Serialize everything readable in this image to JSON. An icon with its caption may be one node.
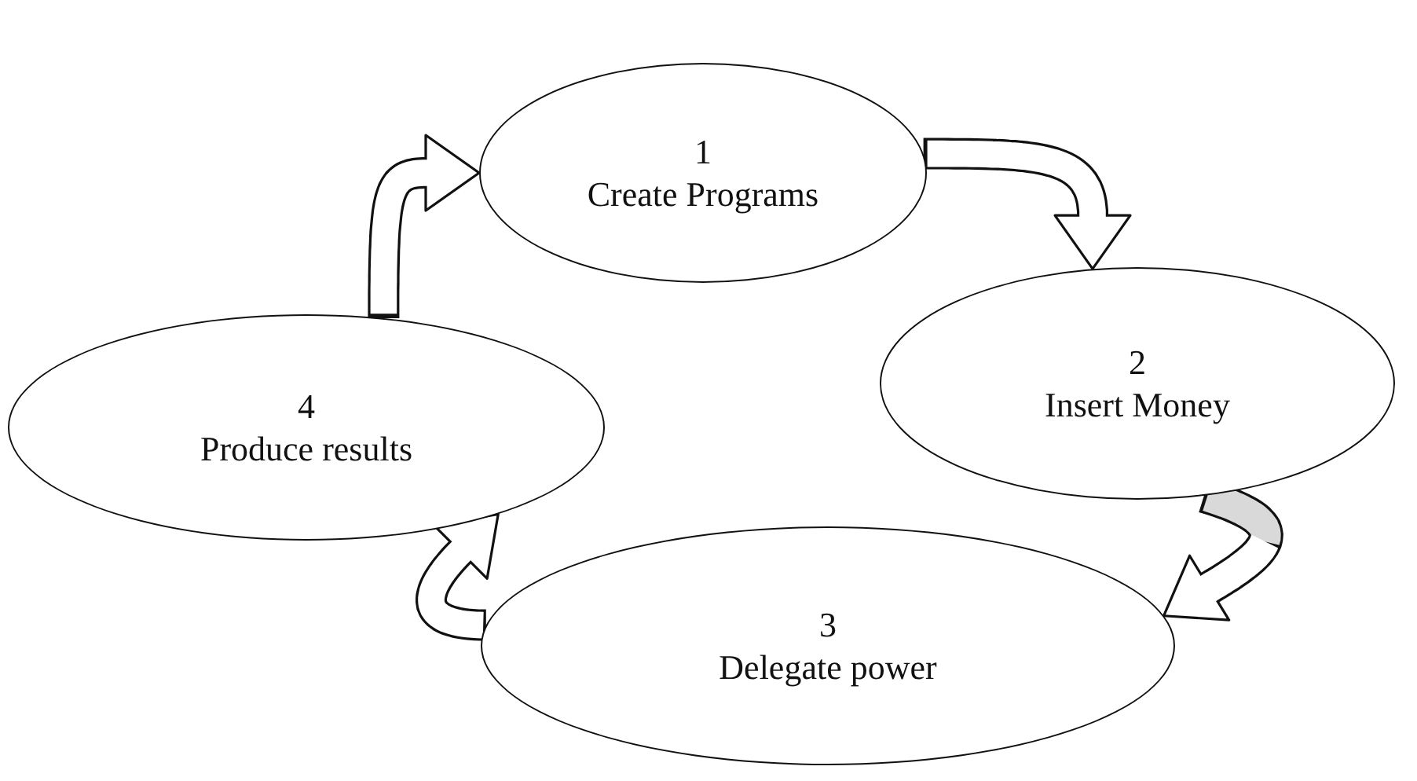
{
  "diagram": {
    "nodes": [
      {
        "text": [
          "1",
          "Create Programs"
        ]
      },
      {
        "text": [
          "2",
          "Insert Money"
        ]
      },
      {
        "text": [
          "3",
          "Delegate power"
        ]
      },
      {
        "text": [
          "4",
          "Produce results"
        ]
      }
    ],
    "edges": [
      {
        "from": 0,
        "to": 1,
        "arrow": "to"
      },
      {
        "from": 1,
        "to": 2,
        "arrow": "to"
      },
      {
        "from": 2,
        "to": 3,
        "arrow": "to"
      },
      {
        "from": 3,
        "to": 0,
        "arrow": "to"
      }
    ]
  }
}
